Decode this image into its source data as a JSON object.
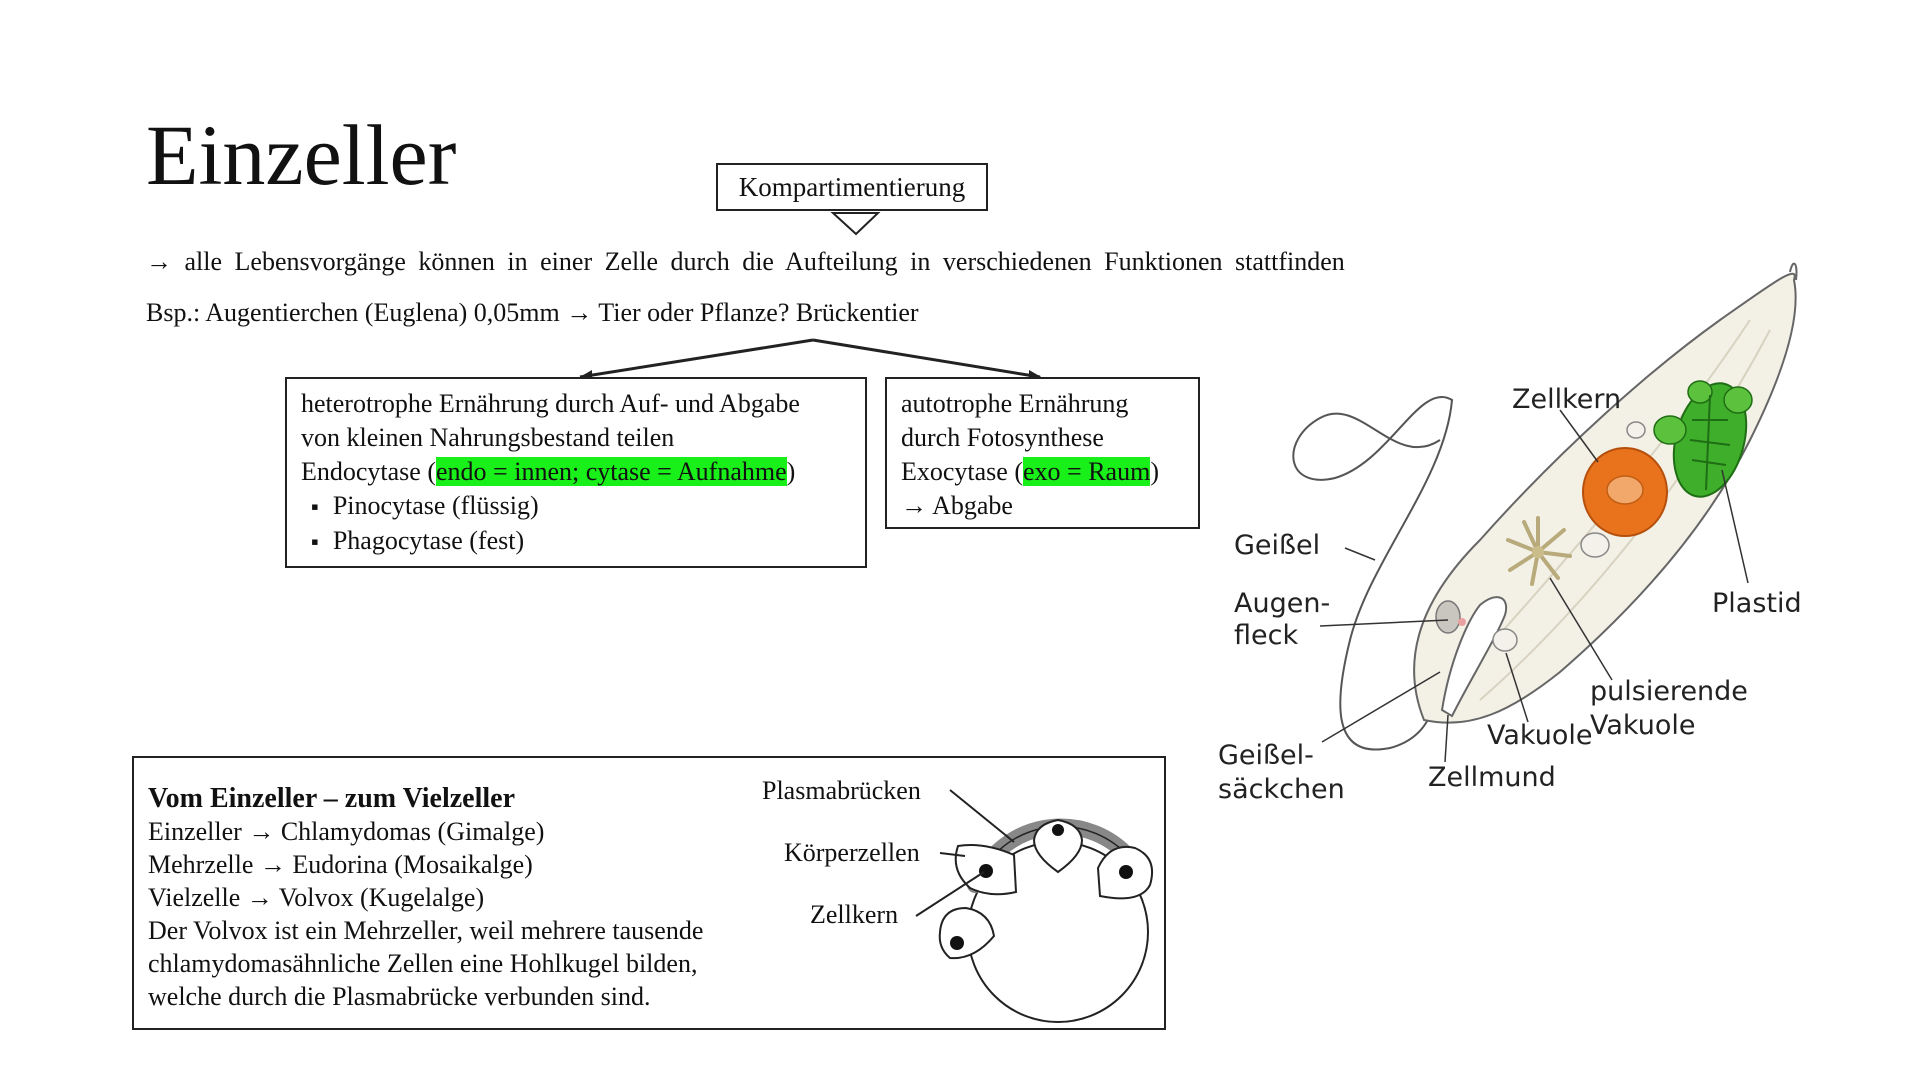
{
  "page": {
    "title": "Einzeller",
    "kompartimentierung": "Kompartimentierung",
    "line1": "→ alle Lebensvorgänge können in einer Zelle durch die Aufteilung in verschiedenen Funktionen stattfinden",
    "line2": "Bsp.: Augentierchen (Euglena) 0,05mm → Tier oder Pflanze? Brückentier"
  },
  "left_box": {
    "line1": "heterotrophe Ernährung durch Auf- und Abgabe",
    "line2": "von kleinen Nahrungsbestand teilen",
    "line3_prefix": "Endocytase (",
    "line3_highlight": "endo = innen; cytase = Aufnahme",
    "line3_suffix": ")",
    "bullets": [
      "Pinocytase (flüssig)",
      "Phagocytase (fest)"
    ]
  },
  "right_box": {
    "line1": "autotrophe Ernährung",
    "line2": "durch Fotosynthese",
    "line3_prefix": "Exocytase (",
    "line3_highlight": "exo = Raum",
    "line3_suffix": ")",
    "line4": "→ Abgabe"
  },
  "volvox_box": {
    "title": "Vom Einzeller – zum Vielzeller",
    "lines": [
      "Einzeller → Chlamydomas (Gimalge)",
      "Mehrzelle → Eudorina (Mosaikalge)",
      "Vielzelle → Volvox (Kugelalge)",
      "Der Volvox ist ein Mehrzeller, weil mehrere tausende",
      "chlamydomasähnliche Zellen eine Hohlkugel bilden,",
      "welche durch die Plasmabrücke verbunden sind."
    ],
    "labels": {
      "plasmabruecken": "Plasmabrücken",
      "koerperzellen": "Körperzellen",
      "zellkern": "Zellkern"
    }
  },
  "euglena": {
    "zellkern": "Zellkern",
    "geissel": "Geißel",
    "augen": "Augen-",
    "fleck": "fleck",
    "plastid": "Plastid",
    "pulsierende": "pulsierende",
    "vakuole_right": "Vakuole",
    "vakuole_left": "Vakuole",
    "geissel_s1": "Geißel-",
    "geissel_s2": "säckchen",
    "zellmund": "Zellmund"
  },
  "colors": {
    "highlight": "#19f019",
    "nucleus": "#e8731c",
    "plastid": "#3fae2a"
  }
}
